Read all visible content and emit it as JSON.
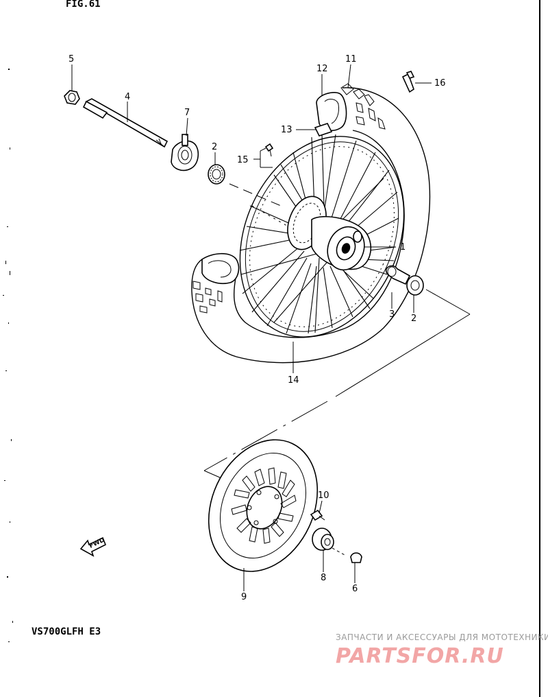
{
  "diagram": {
    "header_fragment": "FIG.61",
    "model_code": "VS700GLFH  E3",
    "fwd_label": "FWD",
    "callouts": {
      "c1": "1",
      "c2a": "2",
      "c2b": "2",
      "c3": "3",
      "c4": "4",
      "c5": "5",
      "c6": "6",
      "c7": "7",
      "c8": "8",
      "c9": "9",
      "c10": "10",
      "c11": "11",
      "c12": "12",
      "c13": "13",
      "c14": "14",
      "c15": "15",
      "c16": "16"
    }
  },
  "watermark": {
    "tagline": "ЗАПЧАСТИ И АКСЕССУАРЫ ДЛЯ МОТОТЕХНИКИ",
    "brand": "PARTSFOR.RU",
    "colors": {
      "brand": "#f2a6a6",
      "tagline": "#9a9a9a"
    }
  }
}
